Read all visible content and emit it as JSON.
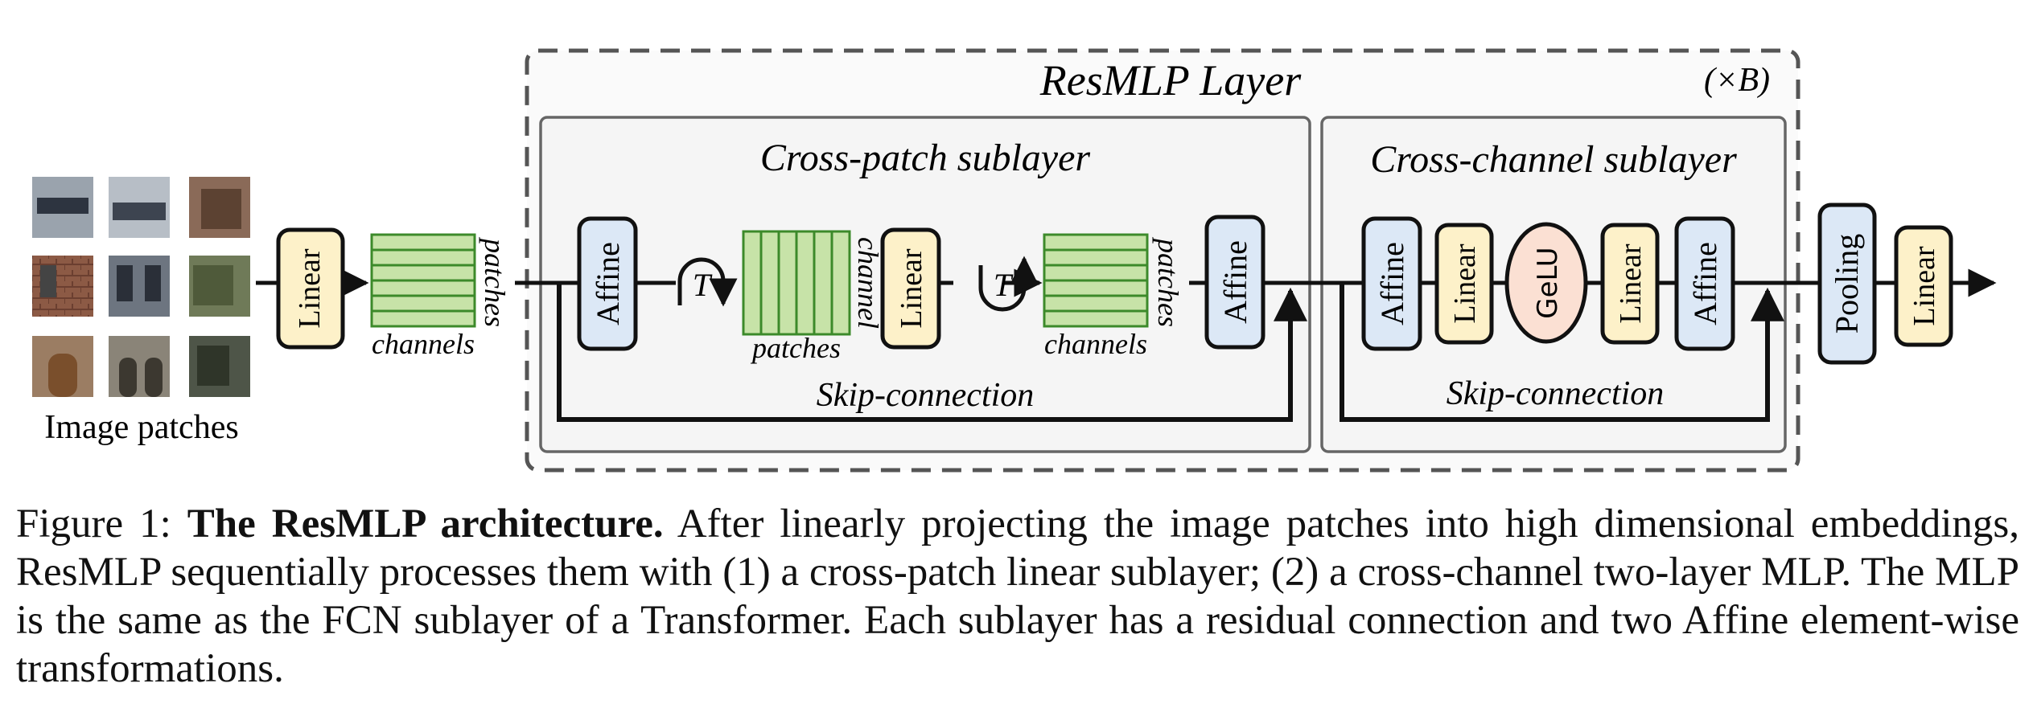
{
  "diagram": {
    "input_label": "Image patches",
    "linear_label": "Linear",
    "affine_label": "Affine",
    "gelu_label": "GeLU",
    "pooling_label": "Pooling",
    "transpose_symbol": "T",
    "axis_channels": "channels",
    "axis_patches": "patches",
    "axis_channel": "channel",
    "layer_title": "ResMLP Layer",
    "layer_repeat": "(×B)",
    "cross_patch_title": "Cross-patch sublayer",
    "cross_channel_title": "Cross-channel sublayer",
    "skip_label": "Skip-connection",
    "colors": {
      "linear_fill": "#fdf1c9",
      "affine_fill": "#dce8f6",
      "gelu_fill": "#fbe0d3",
      "embedding_fill": "#c7e3a8",
      "embedding_stroke": "#3c8a2a",
      "sublayer_fill": "#f5f5f5",
      "layer_fill": "#fafafa"
    }
  },
  "caption": {
    "prefix": "Figure 1: ",
    "title": "The ResMLP architecture.",
    "body": " After linearly projecting the image patches into high dimensional embeddings, ResMLP sequentially processes them with (1) a cross-patch linear sublayer; (2) a cross-channel two-layer MLP. The MLP is the same as the FCN sublayer of a Transformer. Each sublayer has a residual connection and two Affine element-wise transformations."
  }
}
